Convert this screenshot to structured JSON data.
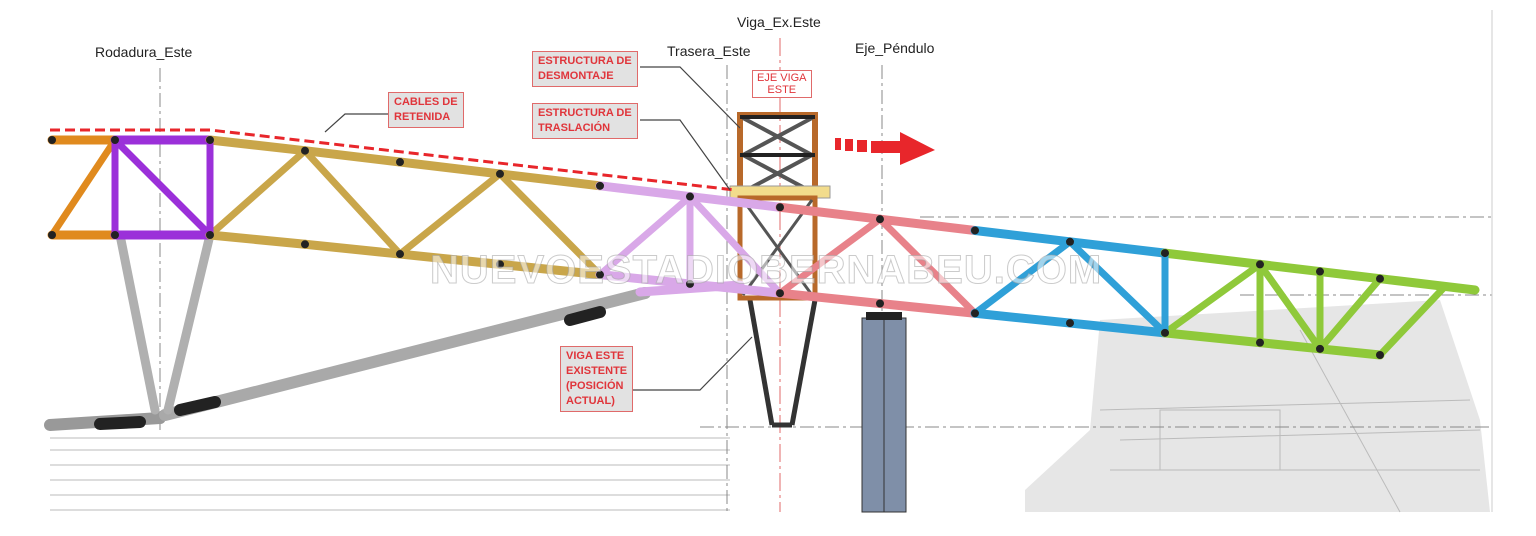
{
  "axes": {
    "rodadura": "Rodadura_Este",
    "viga_ex": "Viga_Ex.Este",
    "trasera": "Trasera_Este",
    "pendulo": "Eje_Péndulo"
  },
  "callouts": {
    "desmontaje": [
      "ESTRUCTURA DE",
      "DESMONTAJE"
    ],
    "traslacion": [
      "ESTRUCTURA DE",
      "TRASLACIÓN"
    ],
    "cables": [
      "CABLES DE",
      "RETENIDA"
    ],
    "eje_viga": [
      "EJE VIGA",
      "ESTE"
    ],
    "viga_existente": [
      "VIGA ESTE",
      "EXISTENTE",
      "(POSICIÓN",
      "ACTUAL)"
    ]
  },
  "watermark": "NUEVOESTADIOBERNABEU.COM",
  "colors": {
    "orange": "#e08a1e",
    "purple": "#9b30d9",
    "yellow": "#c9a64a",
    "lavender": "#d9a8e8",
    "pink": "#e8828a",
    "blue": "#2fa0d8",
    "green": "#8fc93a",
    "red_accent": "#e8262b",
    "column": "#7f8fa8"
  }
}
